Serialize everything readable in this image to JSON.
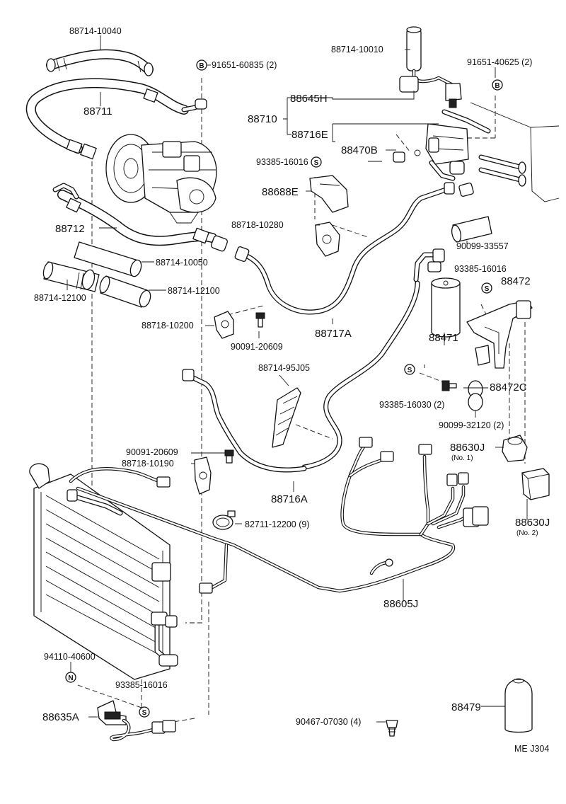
{
  "labels": {
    "p_88714_10040": "88714-10040",
    "p_88711": "88711",
    "p_91651_60835": "91651-60835 (2)",
    "p_88714_10010": "88714-10010",
    "p_91651_40625": "91651-40625 (2)",
    "p_88645H": "88645H",
    "p_88710": "88710",
    "p_88716E": "88716E",
    "p_88470B": "88470B",
    "p_93385_16016_a": "93385-16016",
    "p_88688E": "88688E",
    "p_88718_10280": "88718-10280",
    "p_88712": "88712",
    "p_90099_33557": "90099-33557",
    "p_88714_10050": "88714-10050",
    "p_93385_16016_b": "93385-16016",
    "p_88472": "88472",
    "p_88714_12100_a": "88714-12100",
    "p_88714_12100_b": "88714-12100",
    "p_88718_10200": "88718-10200",
    "p_88717A": "88717A",
    "p_88471": "88471",
    "p_90091_20609_a": "90091-20609",
    "p_88714_95J05": "88714-95J05",
    "p_88472C": "88472C",
    "p_93385_16030": "93385-16030 (2)",
    "p_90099_32120": "90099-32120 (2)",
    "p_90091_20609_b": "90091-20609",
    "p_88718_10190": "88718-10190",
    "p_88630J_1": "88630J",
    "p_88630J_1_note": "(No. 1)",
    "p_88716A": "88716A",
    "p_82711_12200": "82711-12200 (9)",
    "p_88630J_2": "88630J",
    "p_88630J_2_note": "(No. 2)",
    "p_88605J": "88605J",
    "p_94110_40600": "94110-40600",
    "p_93385_16016_c": "93385-16016",
    "p_88479": "88479",
    "p_88635A": "88635A",
    "p_90467_07030": "90467-07030 (4)",
    "footer_code": "ME  J304"
  },
  "symbols": {
    "bolt_b": "B",
    "screw_s": "S",
    "nut_n": "N"
  }
}
